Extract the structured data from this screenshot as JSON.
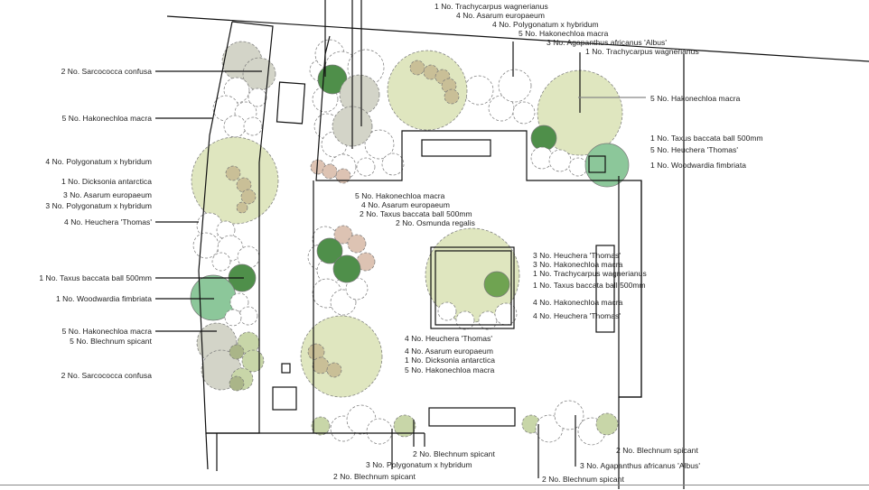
{
  "drawing": {
    "title": "Planting plan",
    "colors": {
      "tree_canopy": "#dfe6bf",
      "grass_clump": "#c9bf97",
      "evergreen_dark": "#4f8f4a",
      "fern_green": "#8cc79a",
      "grey_shrub": "#d3d4c8",
      "pink_fern": "#ddc3b3",
      "light_green_shrub": "#c8d6a8",
      "line": "#111111"
    }
  },
  "labels": {
    "left": [
      "2 No. Sarcococca confusa",
      "5 No. Hakonechloa macra",
      "4 No. Polygonatum x hybridum",
      "1 No. Dicksonia antarctica",
      "3 No. Asarum europaeum",
      "3 No. Polygonatum x hybridum",
      "4 No. Heuchera 'Thomas'",
      "1 No. Taxus baccata ball 500mm",
      "1 No. Woodwardia fimbriata",
      "5 No. Hakonechloa macra",
      "5 No. Blechnum spicant",
      "2 No. Sarcococca confusa"
    ],
    "top": [
      "1 No. Trachycarpus wagnerianus",
      "4 No. Asarum europaeum",
      "4 No. Polygonatum x hybridum",
      "5 No. Hakonechloa macra",
      "3 No. Agapanthus africanus 'Albus'",
      "1 No. Trachycarpus wagnerianus"
    ],
    "right": [
      "5 No. Hakonechloa macra",
      "1 No. Taxus baccata ball 500mm",
      "5 No. Heuchera 'Thomas'",
      "1 No. Woodwardia fimbriata"
    ],
    "center_upper": [
      "5 No. Hakonechloa macra",
      "4 No. Asarum europaeum",
      "2 No. Taxus baccata ball 500mm",
      "2 No. Osmunda regalis"
    ],
    "center_right": [
      "3 No. Heuchera 'Thomas'",
      "3 No. Hakonechloa macra",
      "1 No. Trachycarpus wagnerianus",
      "1 No. Taxus baccata ball 500mm",
      "4 No. Hakonechloa macra",
      "4 No. Heuchera 'Thomas'"
    ],
    "center_lower": [
      "4 No. Heuchera 'Thomas'",
      "4 No. Asarum europaeum",
      "1 No. Dicksonia antarctica",
      "5 No. Hakonechloa macra"
    ],
    "bottom": [
      "2 No. Blechnum spicant",
      "3 No. Polygonatum x hybridum",
      "2 No. Blechnum spicant",
      "2 No. Blechnum spicant",
      "3 No. Agapanthus africanus 'Albus'",
      "2 No. Blechnum spicant"
    ]
  }
}
